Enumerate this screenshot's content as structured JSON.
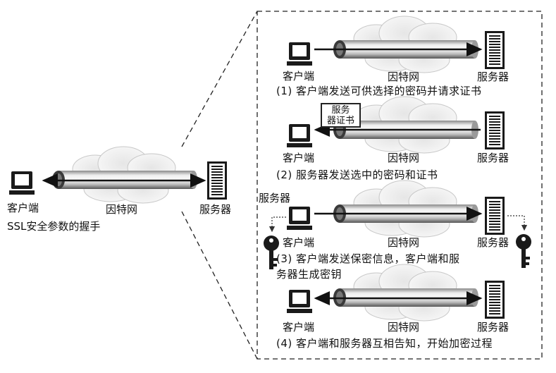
{
  "main": {
    "client": "客户端",
    "internet": "因特网",
    "server": "服务器",
    "title": "SSL安全参数的握手"
  },
  "steps": [
    {
      "client": "客户端",
      "internet": "因特网",
      "server": "服务器",
      "caption": "(1) 客户端发送可供选择的密码并请求证书"
    },
    {
      "client": "客户端",
      "internet": "因特网",
      "server": "服务器",
      "caption": "(2) 服务器发送选中的密码和证书",
      "cert": [
        "服务",
        "器证书"
      ]
    },
    {
      "client": "客户端",
      "internet": "因特网",
      "server": "服务器",
      "server_label_left": "服务器",
      "caption": [
        "(3) 客户端发送保密信息，客户端和服",
        "务器生成密钥"
      ]
    },
    {
      "client": "客户端",
      "internet": "因特网",
      "server": "服务器",
      "caption": "(4) 客户端和服务器互相告知，开始加密过程"
    }
  ],
  "icons": {
    "computer": "computer-icon",
    "server": "server-icon",
    "cloud": "cloud-icon",
    "pipe": "pipe-icon",
    "key": "key-icon"
  },
  "colors": {
    "line": "#222222",
    "pipe_dark": "#5a5a5a",
    "pipe_light": "#e8e8e8",
    "cloud": "#d8d8d8"
  }
}
